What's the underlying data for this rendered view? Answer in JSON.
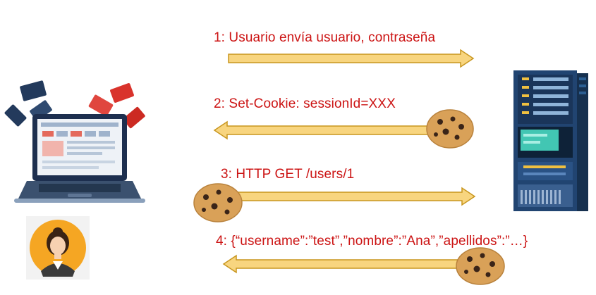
{
  "steps": [
    {
      "label": "1: Usuario envía usuario, contraseña",
      "direction": "right"
    },
    {
      "label": "2: Set-Cookie: sessionId=XXX",
      "direction": "left"
    },
    {
      "label": "3: HTTP GET /users/1",
      "direction": "right"
    },
    {
      "label": "4: {“username”:”test”,”nombre”:”Ana”,”apellidos”:”…}",
      "direction": "left"
    }
  ],
  "colors": {
    "label_text": "#cc1414",
    "arrow_fill": "#f8d57f",
    "arrow_stroke": "#c8961e",
    "cookie": "#d9a158",
    "server_body": "#1f3f66",
    "server_accent": "#f0c040",
    "avatar_bg": "#f5a623"
  },
  "icons": [
    "laptop-icon",
    "envelope-icon",
    "server-icon",
    "user-avatar-icon",
    "cookie-icon"
  ]
}
